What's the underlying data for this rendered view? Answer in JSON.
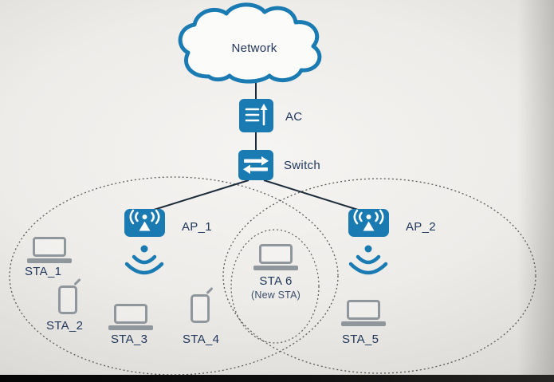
{
  "diagram": {
    "network": {
      "label": "Network"
    },
    "ac": {
      "label": "AC"
    },
    "switch": {
      "label": "Switch"
    },
    "ap1": {
      "label": "AP_1"
    },
    "ap2": {
      "label": "AP_2"
    },
    "sta1": {
      "label": "STA_1"
    },
    "sta2": {
      "label": "STA_2"
    },
    "sta3": {
      "label": "STA_3"
    },
    "sta4": {
      "label": "STA_4"
    },
    "sta5": {
      "label": "STA_5"
    },
    "sta6": {
      "label": "STA 6",
      "sublabel": "(New STA)"
    }
  },
  "colors": {
    "device_blue": "#1a7ab2",
    "label_navy": "#21375b",
    "sta_gray": "#8f969c",
    "link_line": "#1c2b3a",
    "coverage_dotted": "#5a5a5a"
  }
}
